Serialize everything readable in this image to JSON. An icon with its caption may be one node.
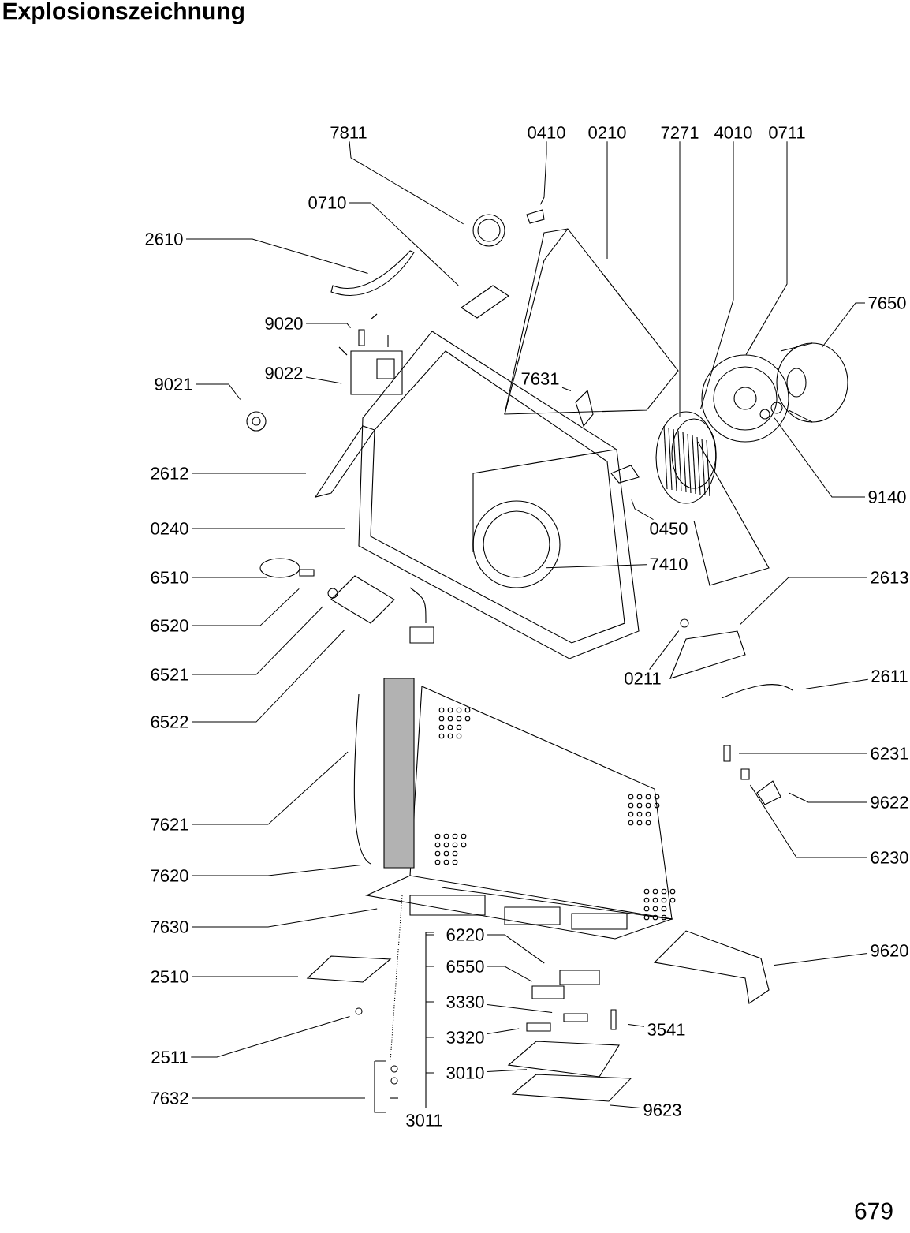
{
  "diagram": {
    "title": "Explosionszeichnung",
    "nodes": [
      {
        "text": [
          "7811"
        ]
      },
      {
        "text": [
          "0410"
        ]
      },
      {
        "text": [
          "0210"
        ]
      },
      {
        "text": [
          "7271"
        ]
      },
      {
        "text": [
          "4010"
        ]
      },
      {
        "text": [
          "0711"
        ]
      },
      {
        "text": [
          "0710"
        ]
      },
      {
        "text": [
          "2610"
        ]
      },
      {
        "text": [
          "7650"
        ]
      },
      {
        "text": [
          "9020"
        ]
      },
      {
        "text": [
          "9022"
        ]
      },
      {
        "text": [
          "7631"
        ]
      },
      {
        "text": [
          "9021"
        ]
      },
      {
        "text": [
          "2612"
        ]
      },
      {
        "text": [
          "9140"
        ]
      },
      {
        "text": [
          "0240"
        ]
      },
      {
        "text": [
          "0450"
        ]
      },
      {
        "text": [
          "7410"
        ]
      },
      {
        "text": [
          "6510"
        ]
      },
      {
        "text": [
          "2613"
        ]
      },
      {
        "text": [
          "6520"
        ]
      },
      {
        "text": [
          "6521"
        ]
      },
      {
        "text": [
          "0211"
        ]
      },
      {
        "text": [
          "2611"
        ]
      },
      {
        "text": [
          "6522"
        ]
      },
      {
        "text": [
          "6231"
        ]
      },
      {
        "text": [
          "9622"
        ]
      },
      {
        "text": [
          "7621"
        ]
      },
      {
        "text": [
          "6230"
        ]
      },
      {
        "text": [
          "7620"
        ]
      },
      {
        "text": [
          "7630"
        ]
      },
      {
        "text": [
          "6220"
        ]
      },
      {
        "text": [
          "9620"
        ]
      },
      {
        "text": [
          "6550"
        ]
      },
      {
        "text": [
          "2510"
        ]
      },
      {
        "text": [
          "3330"
        ]
      },
      {
        "text": [
          "3541"
        ]
      },
      {
        "text": [
          "3320"
        ]
      },
      {
        "text": [
          "2511"
        ]
      },
      {
        "text": [
          "3010"
        ]
      },
      {
        "text": [
          "7632"
        ]
      },
      {
        "text": [
          "9623"
        ]
      },
      {
        "text": [
          "3011"
        ]
      }
    ],
    "edges": [
      {
        "from": 0,
        "to": null,
        "arrow": "none"
      },
      {
        "from": 1,
        "to": null,
        "arrow": "none"
      },
      {
        "from": 2,
        "to": null,
        "arrow": "none"
      },
      {
        "from": 3,
        "to": null,
        "arrow": "none"
      },
      {
        "from": 4,
        "to": null,
        "arrow": "none"
      },
      {
        "from": 5,
        "to": null,
        "arrow": "none"
      },
      {
        "from": 6,
        "to": null,
        "arrow": "none"
      },
      {
        "from": 7,
        "to": null,
        "arrow": "none"
      },
      {
        "from": 8,
        "to": null,
        "arrow": "none"
      },
      {
        "from": 9,
        "to": null,
        "arrow": "none"
      },
      {
        "from": 10,
        "to": null,
        "arrow": "none"
      },
      {
        "from": 11,
        "to": null,
        "arrow": "none"
      },
      {
        "from": 12,
        "to": null,
        "arrow": "none"
      },
      {
        "from": 13,
        "to": null,
        "arrow": "none"
      },
      {
        "from": 14,
        "to": null,
        "arrow": "none"
      },
      {
        "from": 15,
        "to": null,
        "arrow": "none"
      },
      {
        "from": 16,
        "to": null,
        "arrow": "none"
      },
      {
        "from": 17,
        "to": null,
        "arrow": "none"
      },
      {
        "from": 18,
        "to": null,
        "arrow": "none"
      },
      {
        "from": 19,
        "to": null,
        "arrow": "none"
      },
      {
        "from": 20,
        "to": null,
        "arrow": "none"
      },
      {
        "from": 21,
        "to": null,
        "arrow": "none"
      },
      {
        "from": 22,
        "to": null,
        "arrow": "none"
      },
      {
        "from": 23,
        "to": null,
        "arrow": "none"
      },
      {
        "from": 24,
        "to": null,
        "arrow": "none"
      },
      {
        "from": 25,
        "to": null,
        "arrow": "none"
      },
      {
        "from": 26,
        "to": null,
        "arrow": "none"
      },
      {
        "from": 27,
        "to": null,
        "arrow": "none"
      },
      {
        "from": 28,
        "to": null,
        "arrow": "none"
      },
      {
        "from": 29,
        "to": null,
        "arrow": "none"
      },
      {
        "from": 30,
        "to": null,
        "arrow": "none"
      },
      {
        "from": 31,
        "to": null,
        "arrow": "none"
      },
      {
        "from": 32,
        "to": null,
        "arrow": "none"
      },
      {
        "from": 33,
        "to": null,
        "arrow": "none"
      },
      {
        "from": 34,
        "to": null,
        "arrow": "none"
      },
      {
        "from": 35,
        "to": null,
        "arrow": "none"
      },
      {
        "from": 36,
        "to": null,
        "arrow": "none"
      },
      {
        "from": 37,
        "to": null,
        "arrow": "none"
      },
      {
        "from": 38,
        "to": null,
        "arrow": "none"
      },
      {
        "from": 39,
        "to": null,
        "arrow": "none"
      },
      {
        "from": 40,
        "to": null,
        "arrow": "none"
      },
      {
        "from": 41,
        "to": null,
        "arrow": "none"
      }
    ],
    "labels": [
      "679"
    ]
  }
}
